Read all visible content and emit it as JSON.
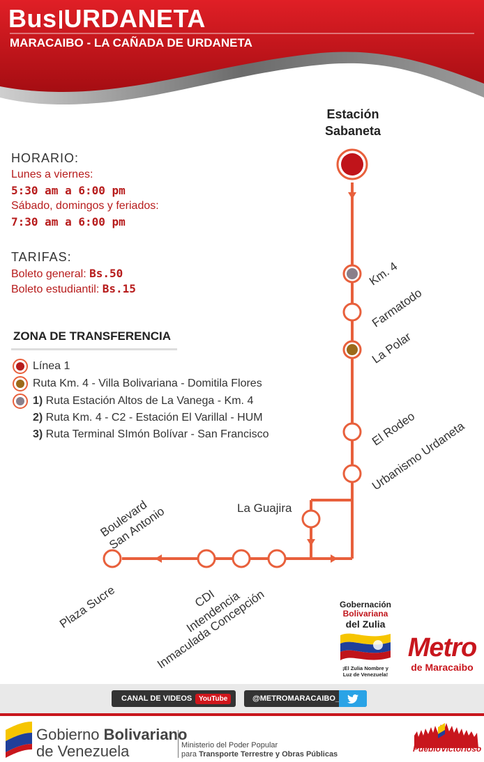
{
  "header": {
    "brand_prefix": "Bus",
    "brand_name": "URDANETA",
    "route": "MARACAIBO - LA CAÑADA DE URDANETA"
  },
  "schedule": {
    "heading": "HORARIO:",
    "weekday_label": "Lunes a viernes:",
    "weekday_hours": "5:30 am a 6:00 pm",
    "weekend_label": "Sábado, domingos y feriados:",
    "weekend_hours": "7:30 am a 6:00 pm"
  },
  "fares": {
    "heading": "TARIFAS:",
    "general_label": "Boleto general: ",
    "general_value": "Bs.50",
    "student_label": "Boleto estudiantil: ",
    "student_value": "Bs.15"
  },
  "transfer_zone": {
    "heading": "ZONA DE TRANSFERENCIA",
    "items": [
      {
        "text": "Línea 1",
        "color": "#b71c1c"
      },
      {
        "text": "Ruta Km. 4 - Villa Bolivariana - Domitila Flores",
        "color": "#9c6a1a"
      },
      {
        "num": "1)",
        "text": " Ruta Estación Altos de La Vanega - Km. 4",
        "color": "#8a7f8a"
      },
      {
        "num": "2)",
        "text": " Ruta Km. 4 - C2 - Estación El Varillal - HUM"
      },
      {
        "num": "3)",
        "text": " Ruta Terminal SImón Bolívar - San Francisco"
      }
    ]
  },
  "map": {
    "line_color": "#e8603c",
    "stops": {
      "sabaneta": "Estación\nSabaneta",
      "km4": "Km. 4",
      "farmatodo": "Farmatodo",
      "lapolar": "La Polar",
      "elrodeo": "El Rodeo",
      "urbanismo": "Urbanismo Urdaneta",
      "laguajira": "La Guajira",
      "boulevard": "Boulevard\nSan Antonio",
      "plazasucre": "Plaza Sucre",
      "cdi": "CDI",
      "intendencia": "Intendencia",
      "inmaculada": "Inmaculada Concepción"
    }
  },
  "logos": {
    "gobernacion_line1": "Gobernación",
    "gobernacion_line2": "Bolivariana",
    "gobernacion_line3": "del Zulia",
    "gobernacion_slogan1": "¡El Zulia Nombre y",
    "gobernacion_slogan2": "Luz de Venezuela!",
    "metro_name": "Metro",
    "metro_city": "de Maracaibo"
  },
  "social": {
    "video_label": "CANAL DE VIDEOS",
    "youtube": "YouTube",
    "twitter_handle": "@METROMARACAIBO_"
  },
  "footer": {
    "gov_line1a": "Gobierno ",
    "gov_line1b": "Bolivariano",
    "gov_line2": "de Venezuela",
    "ministry_line1": "Ministerio del Poder Popular",
    "ministry_line2a": "para ",
    "ministry_line2b": "Transporte Terrestre y Obras Públicas",
    "slogan": "PuebloVictorioso"
  }
}
